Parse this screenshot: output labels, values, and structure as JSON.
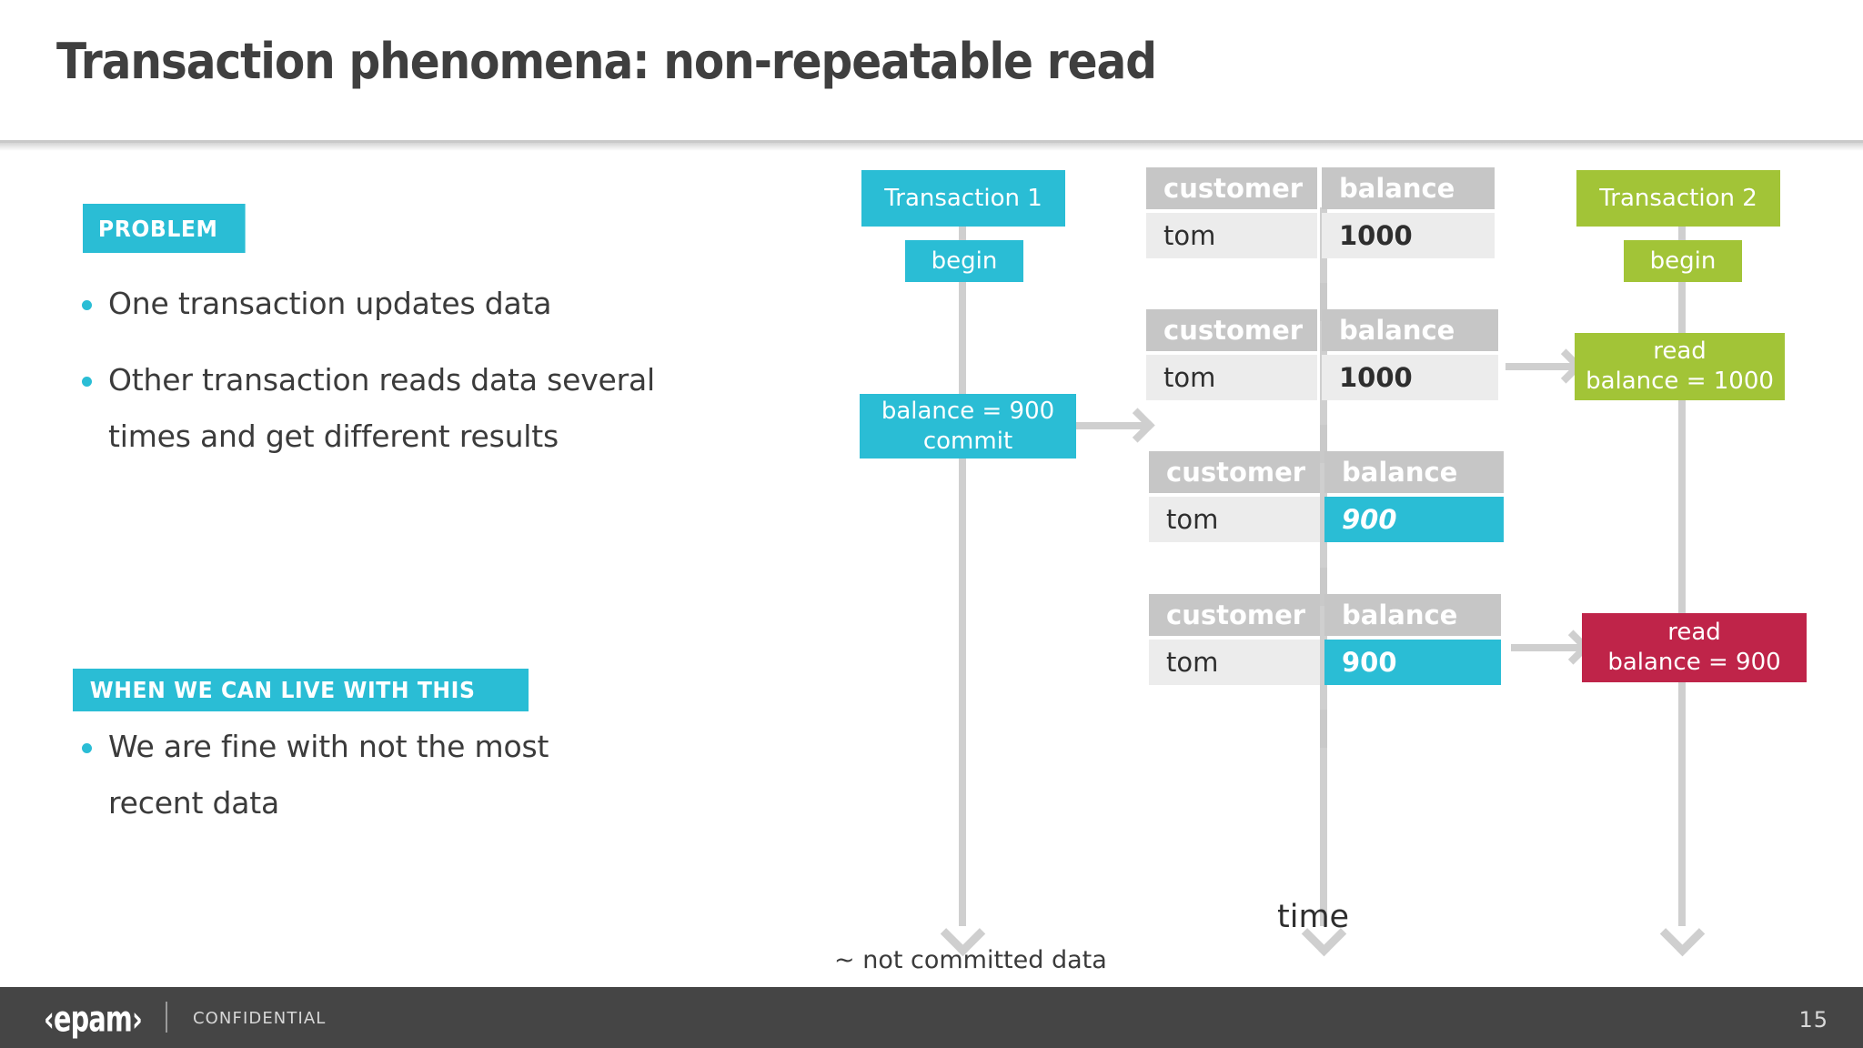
{
  "slide": {
    "title": "Transaction phenomena: non-repeatable read",
    "page_number": "15",
    "accent_cyan": "#2ABDD5",
    "accent_green": "#A2C437",
    "accent_red": "#BF2449",
    "header_gray": "#C6C6C6",
    "row_gray": "#ECECEC",
    "footer_gray": "#454545"
  },
  "left": {
    "problem_chip": "PROBLEM",
    "problem_bullets": [
      "One transaction updates data",
      "Other transaction reads data several times and get different results"
    ],
    "livewith_chip": "WHEN WE CAN LIVE WITH THIS",
    "livewith_bullets": [
      "We are fine with not the most recent data"
    ]
  },
  "diagram": {
    "time_label": "time",
    "note_label": "~ not committed data",
    "tx1": {
      "header": "Transaction 1",
      "nodes": [
        {
          "label": "begin"
        },
        {
          "label": "balance = 900\ncommit",
          "line1": "balance = 900",
          "line2": "commit"
        }
      ]
    },
    "tx2": {
      "header": "Transaction 2",
      "nodes": [
        {
          "label": "begin"
        },
        {
          "line1": "read",
          "line2": "balance = 1000"
        },
        {
          "line1": "read",
          "line2": "balance = 900"
        }
      ]
    },
    "tables": [
      {
        "columns": [
          "customer",
          "balance"
        ],
        "rows": [
          [
            "tom",
            "1000"
          ]
        ],
        "highlight": false,
        "italic": false
      },
      {
        "columns": [
          "customer",
          "balance"
        ],
        "rows": [
          [
            "tom",
            "1000"
          ]
        ],
        "highlight": false,
        "italic": false
      },
      {
        "columns": [
          "customer",
          "balance"
        ],
        "rows": [
          [
            "tom",
            "900"
          ]
        ],
        "highlight": true,
        "italic": true
      },
      {
        "columns": [
          "customer",
          "balance"
        ],
        "rows": [
          [
            "tom",
            "900"
          ]
        ],
        "highlight": true,
        "italic": false
      }
    ]
  },
  "footer": {
    "logo": "‹epam›",
    "confidential": "CONFIDENTIAL"
  }
}
